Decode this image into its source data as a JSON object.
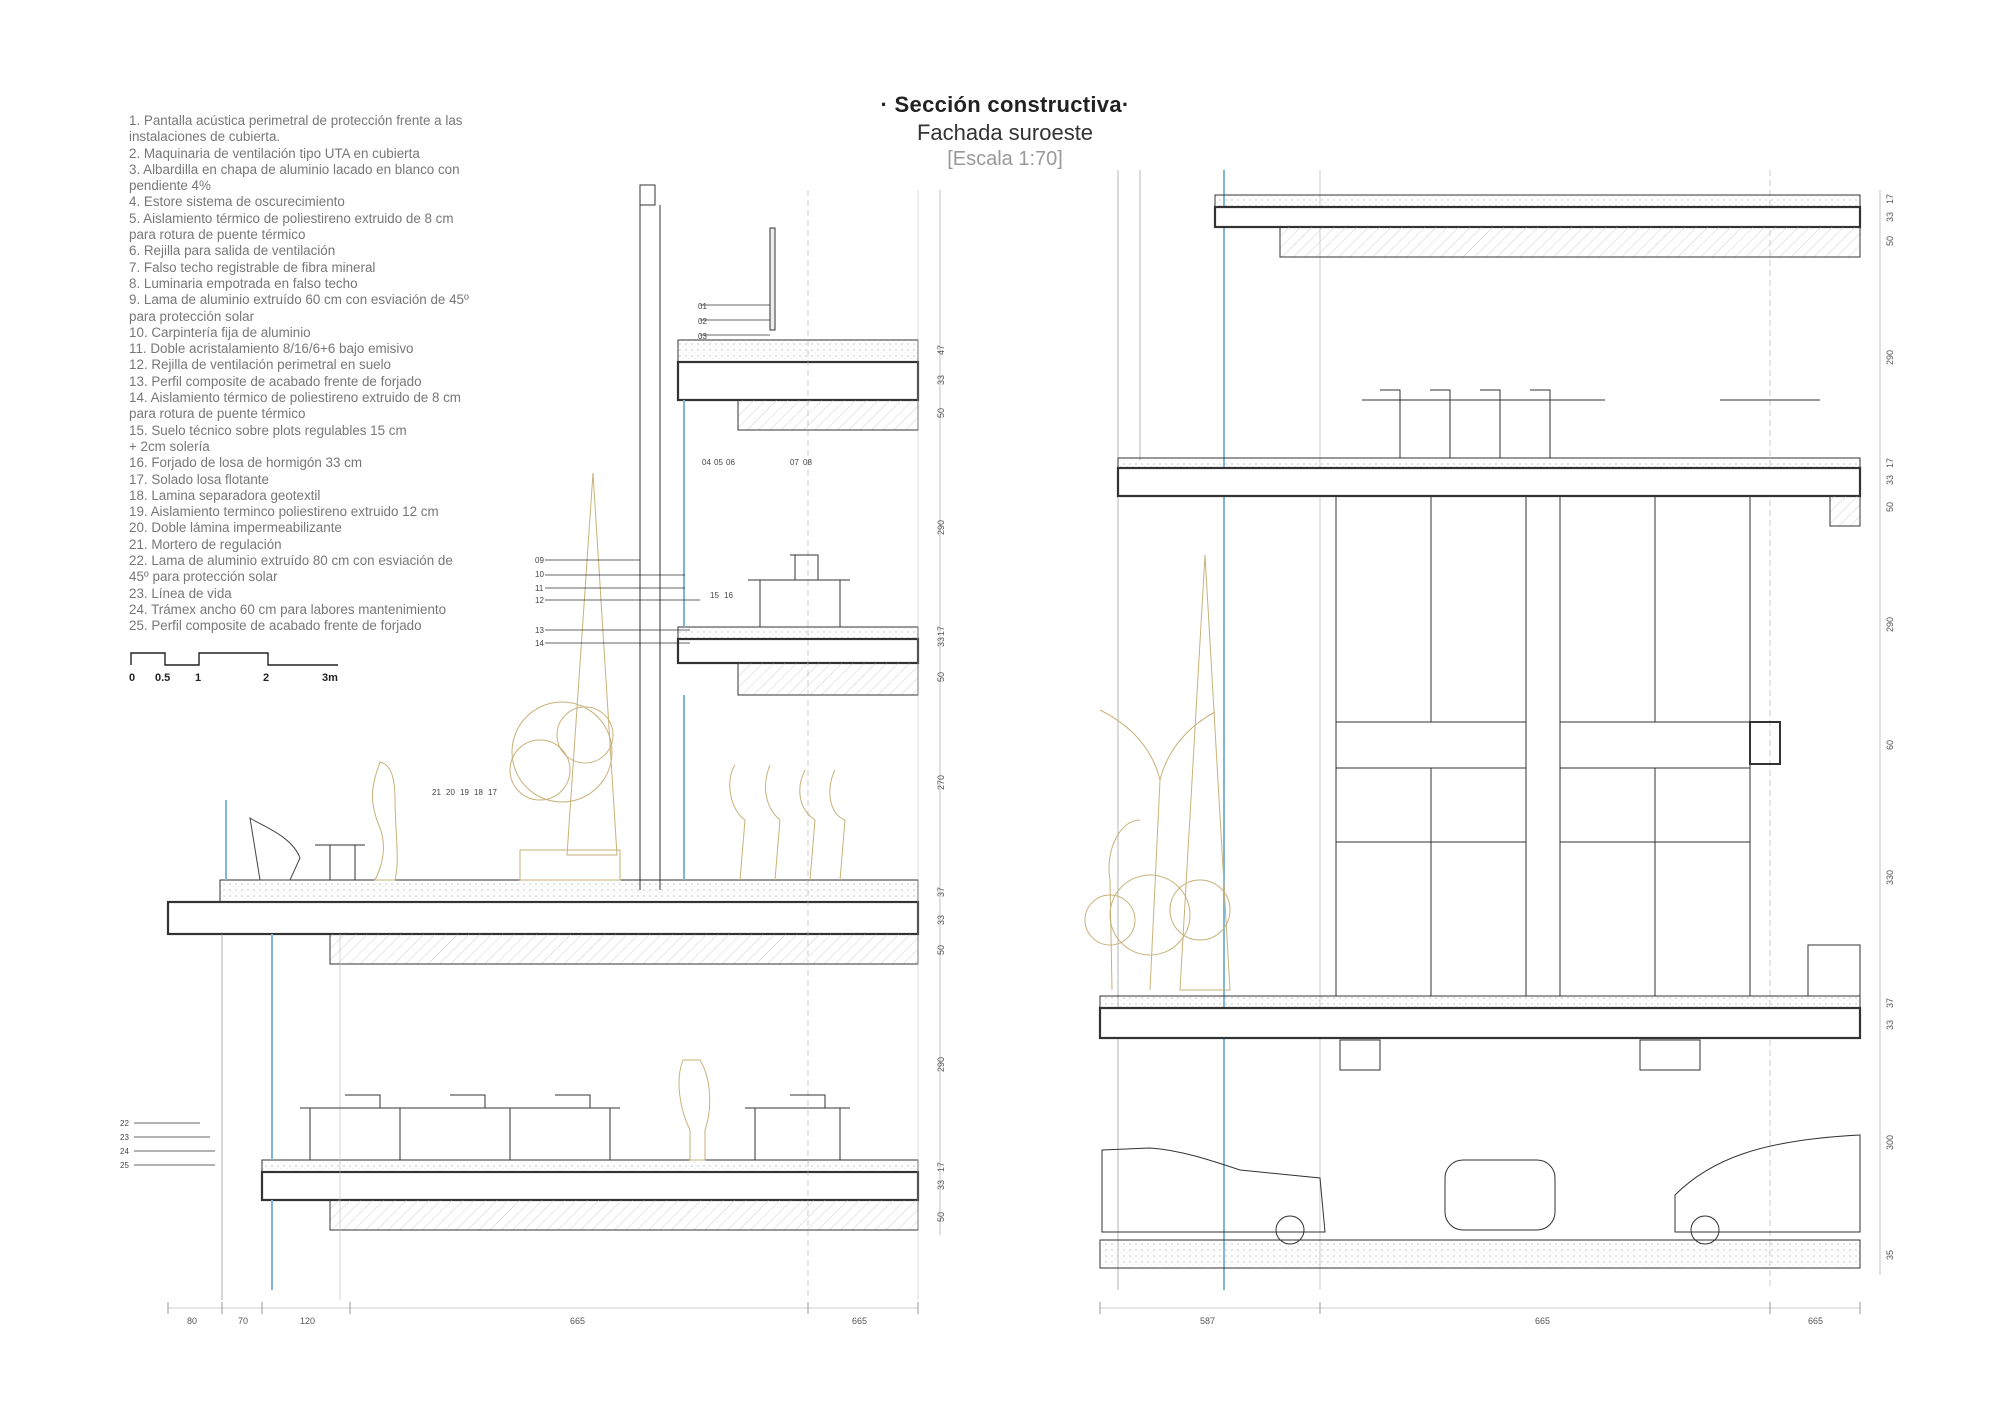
{
  "title": {
    "main": "· Sección constructiva·",
    "sub": "Fachada suroeste",
    "scale": "[Escala 1:70]"
  },
  "legend": [
    "1. Pantalla acústica perimetral de protección frente a las",
    "instalaciones de cubierta.",
    "2. Maquinaria de ventilación tipo UTA en cubierta",
    "3. Albardilla en chapa de aluminio lacado en blanco con",
    "pendiente 4%",
    "4. Estore sistema de oscurecimiento",
    "5. Aislamiento térmico de poliestireno extruido de 8 cm",
    "para rotura de puente térmico",
    "6. Rejilla para salida de ventilación",
    "7. Falso techo registrable de fibra mineral",
    "8. Luminaria empotrada en falso techo",
    "9. Lama de aluminio extruído 60 cm con esviación de 45º",
    "para protección solar",
    "10.   Carpintería fija de aluminio",
    "11.   Doble acristalamiento 8/16/6+6 bajo emisivo",
    "12.   Rejilla de ventilación perimetral en suelo",
    "13.   Perfil composite de acabado frente de forjado",
    "14.   Aislamiento térmico de poliestireno extruido de 8 cm",
    "para rotura de puente térmico",
    "15.   Suelo técnico sobre plots regulables 15 cm",
    "+ 2cm solería",
    "16.   Forjado de losa de hormigón 33 cm",
    "17.   Solado losa flotante",
    "18.   Lamina separadora geotextil",
    "19.   Aislamiento terminco poliestireno extruido 12 cm",
    "20.   Doble lámina impermeabilizante",
    "21.   Mortero de regulación",
    "22.   Lama de aluminio extruído 80 cm con esviación de",
    "45º para protección solar",
    "23.   Línea de vida",
    "24.   Trámex ancho 60 cm para labores  mantenimiento",
    "25.   Perfil composite de acabado frente de forjado"
  ],
  "scale_bar": [
    "0",
    "0.5",
    "1",
    "2",
    "3m"
  ],
  "left_section": {
    "callouts_top": [
      "01",
      "02",
      "03"
    ],
    "callouts_below_top": [
      "04",
      "05",
      "06",
      "07",
      "08"
    ],
    "callouts_mid_left": [
      "09",
      "10",
      "11",
      "12",
      "13",
      "14"
    ],
    "callouts_mid_right": [
      "15",
      "16"
    ],
    "callouts_terrace": [
      "21",
      "20",
      "19",
      "18",
      "17"
    ],
    "callouts_facade": [
      "22",
      "23",
      "24",
      "25"
    ],
    "dims_vertical": [
      "47",
      "33",
      "50",
      "290",
      "33",
      "17",
      "50",
      "270",
      "37",
      "33",
      "50",
      "290",
      "33",
      "17",
      "50"
    ],
    "dims_horizontal": [
      "80",
      "70",
      "120",
      "665",
      "665"
    ]
  },
  "right_section": {
    "dims_vertical": [
      "17",
      "33",
      "50",
      "290",
      "17",
      "33",
      "50",
      "290",
      "60",
      "330",
      "37",
      "33",
      "300",
      "35"
    ],
    "dims_horizontal": [
      "587",
      "665",
      "665"
    ]
  },
  "colors": {
    "line": "#333333",
    "thin_line": "#9a9a9a",
    "glass": "#7fb6d6",
    "vegetation": "#c8b27a",
    "hatch": "#d8d8d8"
  }
}
